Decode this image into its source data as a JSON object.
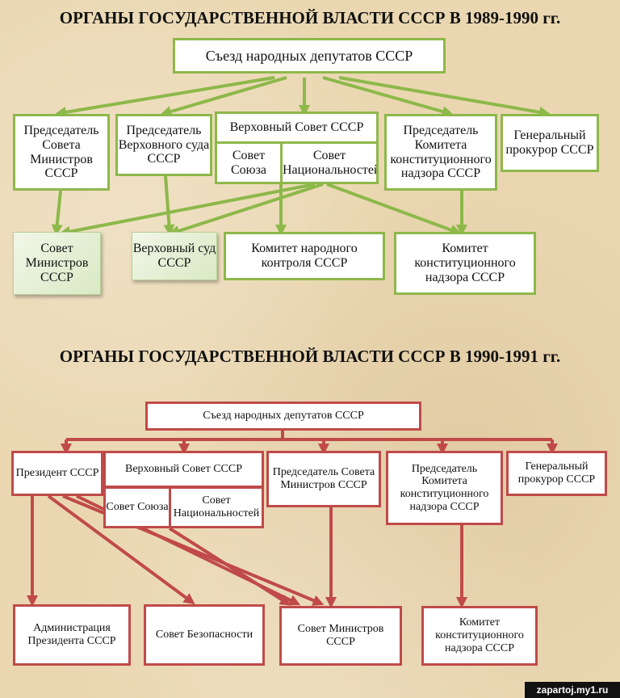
{
  "top": {
    "title": "ОРГАНЫ ГОСУДАРСТВЕННОЙ ВЛАСТИ СССР В 1989-1990 гг.",
    "congress": "Съезд народных депутатов СССР",
    "chair_council_ministers": "Председатель Совета Министров СССР",
    "chair_supreme_court": "Председатель Верховного суда СССР",
    "supreme_soviet": "Верховный Совет СССР",
    "soviet_union": "Совет Союза",
    "soviet_nationalities": "Совет Национальностей",
    "chair_constitutional_committee": "Председатель Комитета конституционного надзора СССР",
    "prosecutor_general": "Генеральный прокурор СССР",
    "council_ministers": "Совет Министров СССР",
    "supreme_court": "Верховный суд СССР",
    "people_control_committee": "Комитет народного контроля СССР",
    "constitutional_committee": "Комитет конституционного надзора СССР"
  },
  "bottom": {
    "title": "ОРГАНЫ ГОСУДАРСТВЕННОЙ ВЛАСТИ СССР В 1990-1991 гг.",
    "congress": "Съезд народных депутатов СССР",
    "president": "Президент СССР",
    "supreme_soviet": "Верховный Совет СССР",
    "soviet_union": "Совет Союза",
    "soviet_nationalities": "Совет Национальностей",
    "chair_council_ministers": "Председатель Совета Министров СССР",
    "chair_constitutional_committee": "Председатель Комитета конституционного надзора СССР",
    "prosecutor_general": "Генеральный прокурор СССР",
    "presidential_administration": "Администрация Президента СССР",
    "security_council": "Совет Безопасности",
    "council_ministers": "Совет Министров СССР",
    "constitutional_committee": "Комитет конституционного надзора СССР"
  },
  "watermark": "zapartoj.my1.ru",
  "colors": {
    "green": "#8db84a",
    "red": "#c04a4a",
    "background": "#ead7b1"
  }
}
